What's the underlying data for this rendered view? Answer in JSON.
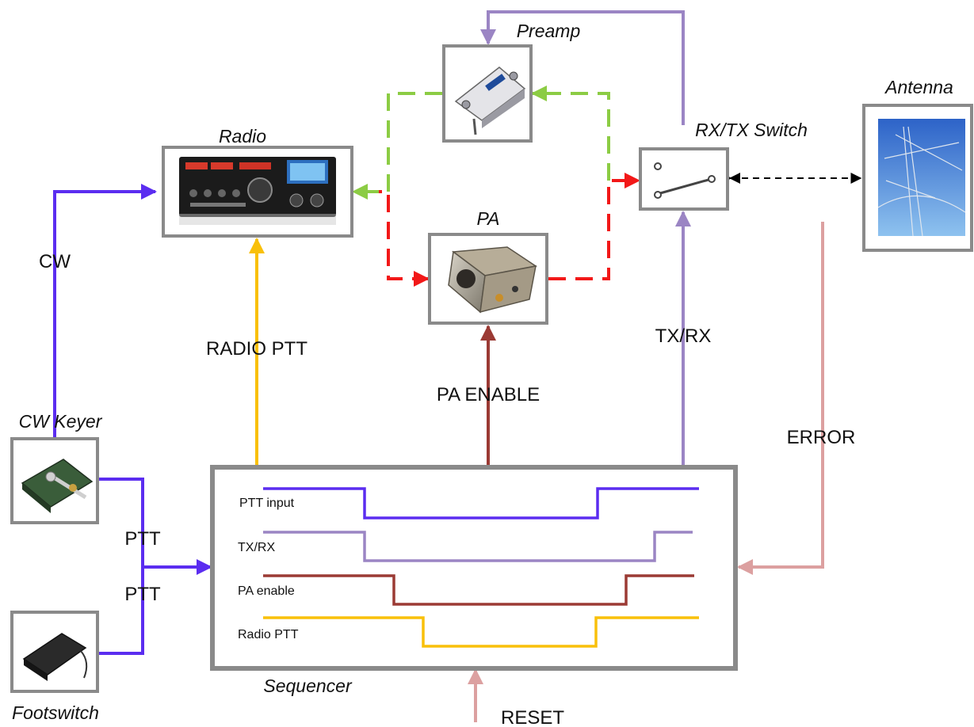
{
  "components": {
    "preamp": "Preamp",
    "radio": "Radio",
    "pa": "PA",
    "rxtx_switch": "RX/TX Switch",
    "antenna": "Antenna",
    "cw_keyer": "CW Keyer",
    "footswitch": "Footswitch",
    "sequencer": "Sequencer"
  },
  "signals": {
    "cw": "CW",
    "radio_ptt": "RADIO PTT",
    "pa_enable": "PA ENABLE",
    "tx_rx": "TX/RX",
    "error": "ERROR",
    "ptt_keyer": "PTT",
    "ptt_footswitch": "PTT",
    "reset": "RESET"
  },
  "timing": {
    "ptt_input": "PTT input",
    "tx_rx": "TX/RX",
    "pa_enable": "PA enable",
    "radio_ptt": "Radio PTT"
  },
  "colors": {
    "cw_ptt": "#5b2df0",
    "tx_rx": "#9b85c4",
    "pa_enable": "#9b3a34",
    "radio_ptt": "#f9c00a",
    "rf_tx": "#f21818",
    "rf_rx": "#8ccc44",
    "error_reset": "#dca0a0",
    "box_border": "#8a8a8a"
  }
}
